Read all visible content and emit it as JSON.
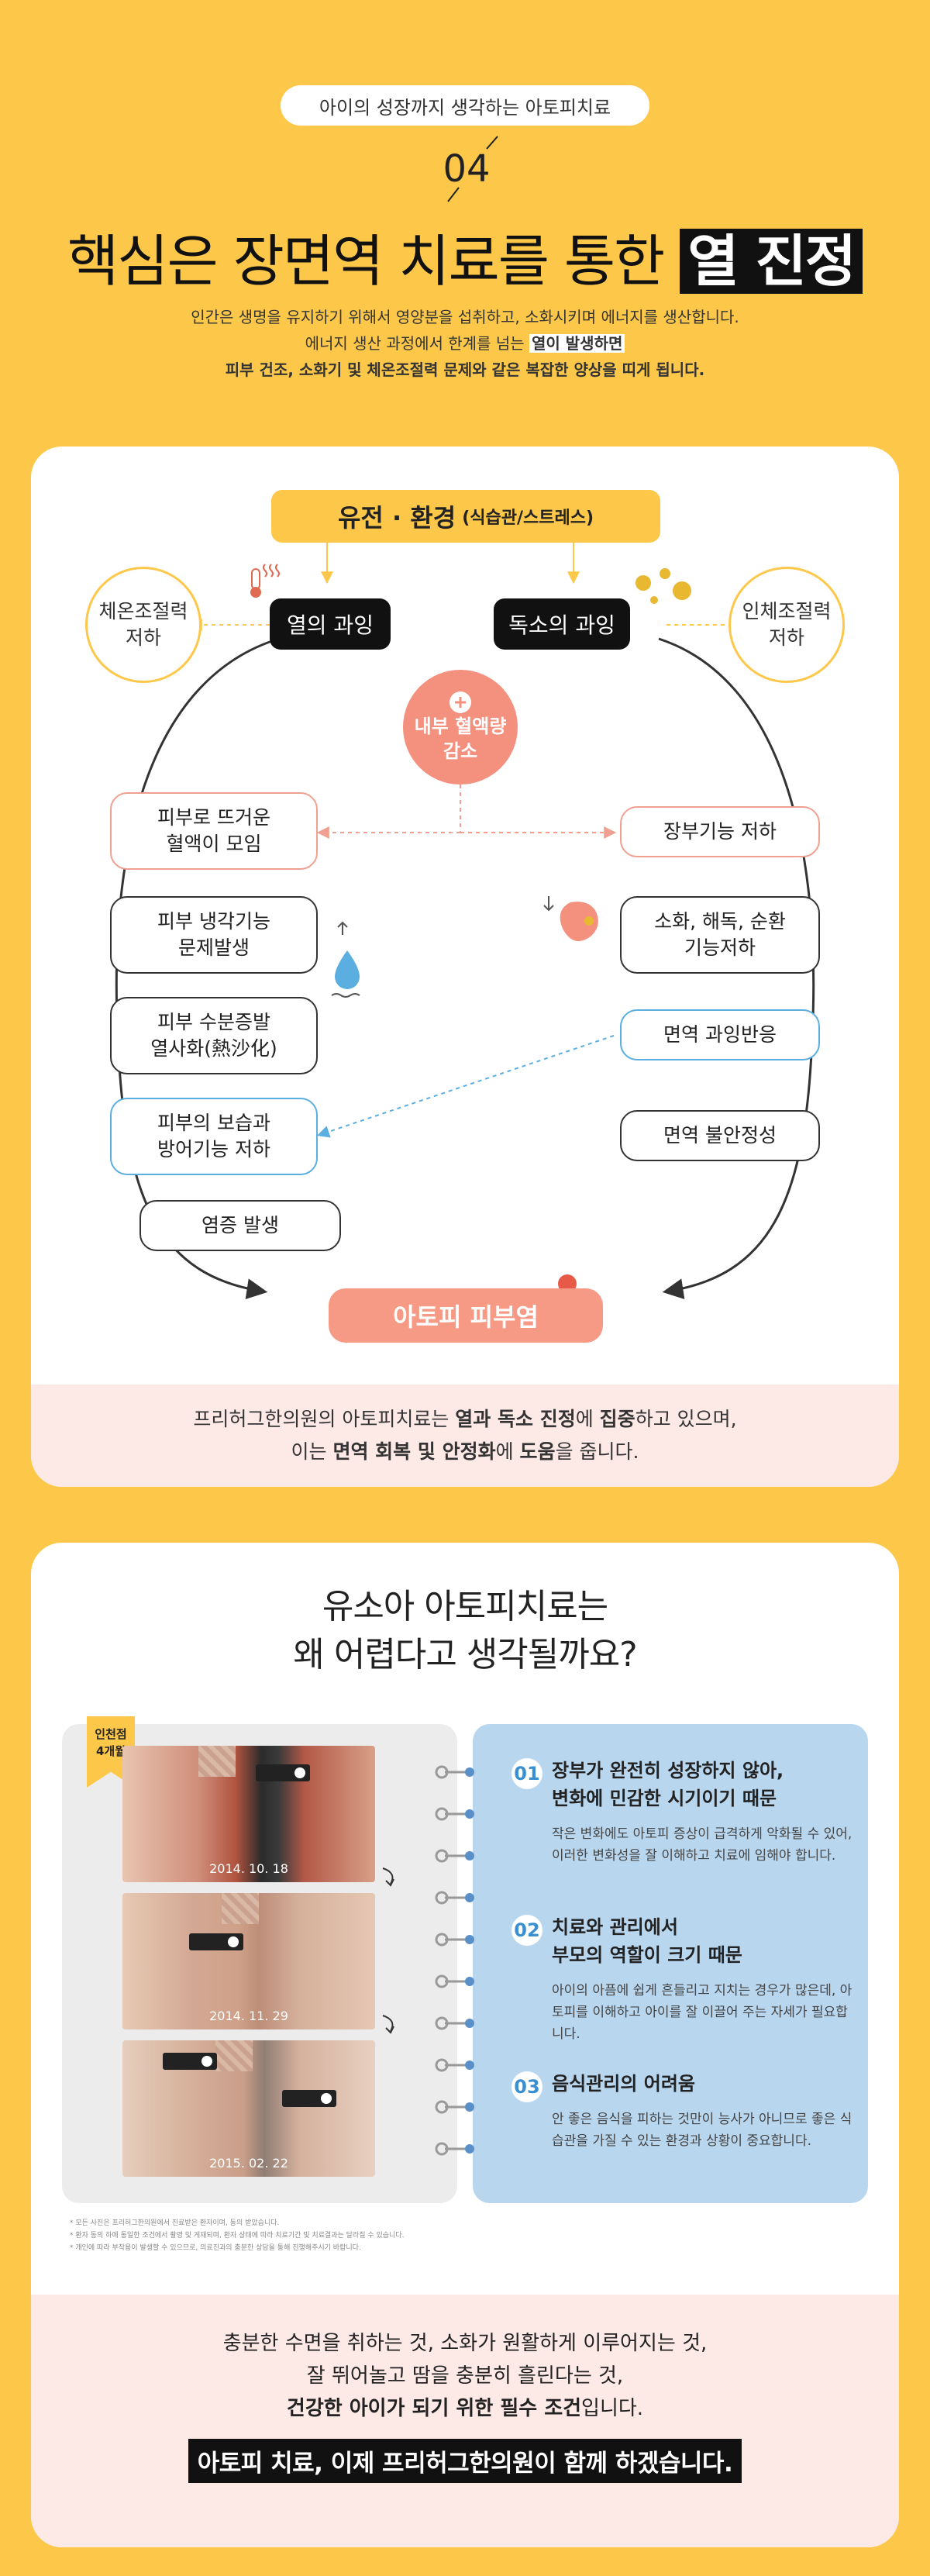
{
  "header": {
    "pill": "아이의 성장까지 생각하는 아토피치료",
    "number": "04",
    "title_main": "핵심은 장면역 치료를 통한 ",
    "title_highlight": "열 진정",
    "intro_line1": "인간은 생명을 유지하기 위해서 영양분을 섭취하고, 소화시키며 에너지를 생산합니다.",
    "intro_line2_pre": "에너지 생산 과정에서 한계를 넘는 ",
    "intro_line2_mark": "열이 발생하면",
    "intro_line3": "피부 건조, 소화기 및 체온조절력 문제와 같은 복잡한 양상을 띠게 됩니다."
  },
  "diagram": {
    "top_title": "유전 · 환경",
    "top_sub": "(식습관/스트레스)",
    "left_circle_1": "체온조절력",
    "left_circle_2": "저하",
    "right_circle_1": "인체조절력",
    "right_circle_2": "저하",
    "heat": "열의 과잉",
    "toxin": "독소의 과잉",
    "blood_1": "내부 혈액량",
    "blood_2": "감소",
    "left_boxes": [
      {
        "l1": "피부로 뜨거운",
        "l2": "혈액이 모임"
      },
      {
        "l1": "피부 냉각기능",
        "l2": "문제발생"
      },
      {
        "l1": "피부 수분증발",
        "l2": "열사화(熱沙化)"
      },
      {
        "l1": "피부의 보습과",
        "l2": "방어기능 저하"
      },
      {
        "l1": "염증 발생",
        "l2": ""
      }
    ],
    "right_boxes": [
      {
        "l1": "장부기능 저하",
        "l2": ""
      },
      {
        "l1": "소화, 해독, 순환",
        "l2": "기능저하"
      },
      {
        "l1": "면역 과잉반응",
        "l2": ""
      },
      {
        "l1": "면역 불안정성",
        "l2": ""
      }
    ],
    "result": "아토피 피부염",
    "bottom_pre": "프리허그한의원의 아토피치료는 ",
    "bottom_b1": "열과 독소 진정",
    "bottom_mid1": "에 ",
    "bottom_b2": "집중",
    "bottom_post1": "하고 있으며,",
    "bottom_line2_pre": "이는 ",
    "bottom_b3": "면역 회복 및 안정화",
    "bottom_mid2": "에 ",
    "bottom_b4": "도움",
    "bottom_post2": "을 줍니다."
  },
  "section2": {
    "title_1": "유소아 아토피치료는",
    "title_2": "왜 어렵다고 생각될까요?",
    "badge_1": "인천점",
    "badge_2": "4개월",
    "dates": [
      "2014. 10. 18",
      "2014. 11. 29",
      "2015. 02. 22"
    ],
    "items": [
      {
        "n": "01",
        "t1": "장부가 완전히 성장하지 않아,",
        "t2": "변화에 민감한 시기이기 때문",
        "d": "작은 변화에도 아토피 증상이 급격하게 악화될 수 있어, 이러한 변화성을 잘 이해하고 치료에 임해야 합니다."
      },
      {
        "n": "02",
        "t1": "치료와 관리에서",
        "t2": "부모의 역할이 크기 때문",
        "d": "아이의 아픔에 쉽게 흔들리고 지치는 경우가 많은데, 아토피를 이해하고 아이를 잘 이끌어 주는 자세가 필요합니다."
      },
      {
        "n": "03",
        "t1": "음식관리의 어려움",
        "t2": "",
        "d": "안 좋은 음식을 피하는 것만이 능사가 아니므로 좋은 식습관을 가질 수 있는 환경과 상황이 중요합니다."
      }
    ],
    "notes": [
      "* 모든 사진은 프리허그한의원에서 진료받은 환자이며, 동의 받았습니다.",
      "* 환자 동의 하에 동일한 조건에서 촬영 및 게재되며, 환자 상태에 따라 치료기간 및 치료결과는 달라질 수 있습니다.",
      "* 개인에 따라 부작용이 발생할 수 있으므로, 의료진과의 충분한 상담을 통해 진행해주시기 바랍니다."
    ],
    "closing_1": "충분한 수면을 취하는 것, 소화가 원활하게 이루어지는 것,",
    "closing_2": "잘 뛰어놀고 땀을 충분히 흘린다는 것,",
    "closing_3_b": "건강한 아이가 되기 위한 필수 조건",
    "closing_3_post": "입니다.",
    "banner": "아토피 치료, 이제 프리허그한의원이 함께 하겠습니다."
  }
}
